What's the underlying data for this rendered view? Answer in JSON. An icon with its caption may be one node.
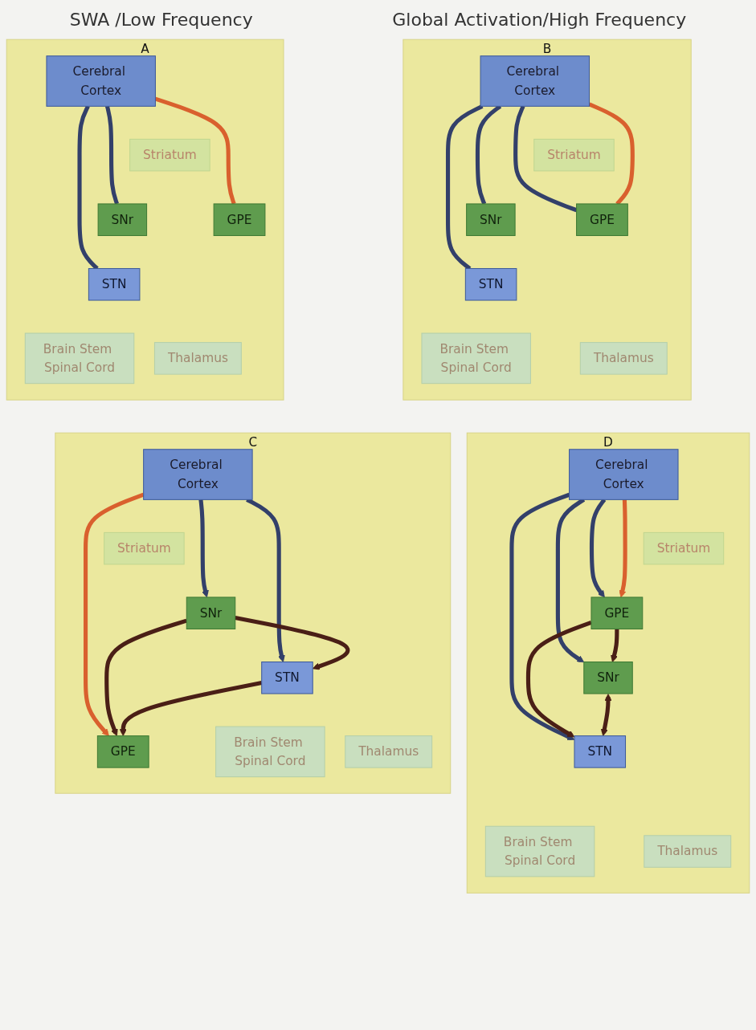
{
  "diagram": {
    "nodes": [
      {
        "text": [
          "A"
        ]
      },
      {
        "text": [
          "Cerebral Cortex"
        ],
        "in": 0
      },
      {
        "text": [
          "Striatum"
        ],
        "in": 0
      },
      {
        "text": [
          "GPE"
        ],
        "in": 0
      },
      {
        "text": [
          "SNr"
        ],
        "in": 0
      },
      {
        "text": [
          "STN"
        ],
        "in": 0
      },
      {
        "text": [
          "Brain Stem Spinal Cord"
        ],
        "in": 0
      },
      {
        "text": [
          "Thalamus"
        ],
        "in": 0
      },
      {
        "text": [
          "B"
        ]
      },
      {
        "text": [
          "Cerebral Cortex"
        ],
        "in": 8
      },
      {
        "text": [
          "Striatum"
        ],
        "in": 8
      },
      {
        "text": [
          "GPE"
        ],
        "in": 8
      },
      {
        "text": [
          "SNr"
        ],
        "in": 8
      },
      {
        "text": [
          "STN"
        ],
        "in": 8
      },
      {
        "text": [
          "Brain Stem Spinal Cord"
        ],
        "in": 8
      },
      {
        "text": [
          "Thalamus"
        ],
        "in": 8
      },
      {
        "text": [
          "C"
        ]
      },
      {
        "text": [
          "Cerebral Cortex"
        ],
        "in": 16
      },
      {
        "text": [
          "Striatum"
        ],
        "in": 16
      },
      {
        "text": [
          "GPE"
        ],
        "in": 16
      },
      {
        "text": [
          "SNr"
        ],
        "in": 16
      },
      {
        "text": [
          "STN"
        ],
        "in": 16
      },
      {
        "text": [
          "Brain Stem Spinal Cord"
        ],
        "in": 16
      },
      {
        "text": [
          "Thalamus"
        ],
        "in": 16
      },
      {
        "text": [
          "D"
        ]
      },
      {
        "text": [
          "Cerebral Cortex"
        ],
        "in": 24
      },
      {
        "text": [
          "Striatum"
        ],
        "in": 24
      },
      {
        "text": [
          "GPE"
        ],
        "in": 24
      },
      {
        "text": [
          "SNr"
        ],
        "in": 24
      },
      {
        "text": [
          "STN"
        ],
        "in": 24
      },
      {
        "text": [
          "Brain Stem Spinal Cord"
        ],
        "in": 24
      },
      {
        "text": [
          "Thalamus"
        ],
        "in": 24
      }
    ],
    "edges": [
      {
        "from": 1,
        "to": 5,
        "arrow": "none"
      },
      {
        "from": 1,
        "to": 3,
        "arrow": "none",
        "color": "#d9602e"
      },
      {
        "from": 1,
        "to": 4,
        "arrow": "none"
      },
      {
        "from": 9,
        "to": 13,
        "arrow": "none"
      },
      {
        "from": 9,
        "to": 11,
        "arrow": "none"
      },
      {
        "from": 9,
        "to": 11,
        "arrow": "none",
        "color": "#d9602e"
      },
      {
        "from": 9,
        "to": 12,
        "arrow": "none"
      },
      {
        "from": 17,
        "to": 21,
        "arrow": "to"
      },
      {
        "from": 17,
        "to": 19,
        "arrow": "to",
        "color": "#d9602e"
      },
      {
        "from": 17,
        "to": 20,
        "arrow": "to"
      },
      {
        "from": 20,
        "to": 19,
        "arrow": "to",
        "color": "#4a1f16"
      },
      {
        "from": 21,
        "to": 19,
        "arrow": "to",
        "color": "#4a1f16"
      },
      {
        "from": 20,
        "to": 21,
        "arrow": "to",
        "color": "#4a1f16"
      },
      {
        "from": 25,
        "to": 29,
        "arrow": "to"
      },
      {
        "from": 25,
        "to": 27,
        "arrow": "to"
      },
      {
        "from": 25,
        "to": 27,
        "arrow": "to",
        "color": "#d9602e"
      },
      {
        "from": 25,
        "to": 28,
        "arrow": "to"
      },
      {
        "from": 27,
        "to": 28,
        "arrow": "to",
        "color": "#4a1f16"
      },
      {
        "from": 27,
        "to": 29,
        "arrow": "to",
        "color": "#4a1f16"
      },
      {
        "from": 28,
        "to": 29,
        "arrow": "both",
        "color": "#4a1f16"
      }
    ],
    "labels": [
      "SWA /Low Frequency",
      "Global Activation/High Frequency"
    ]
  }
}
